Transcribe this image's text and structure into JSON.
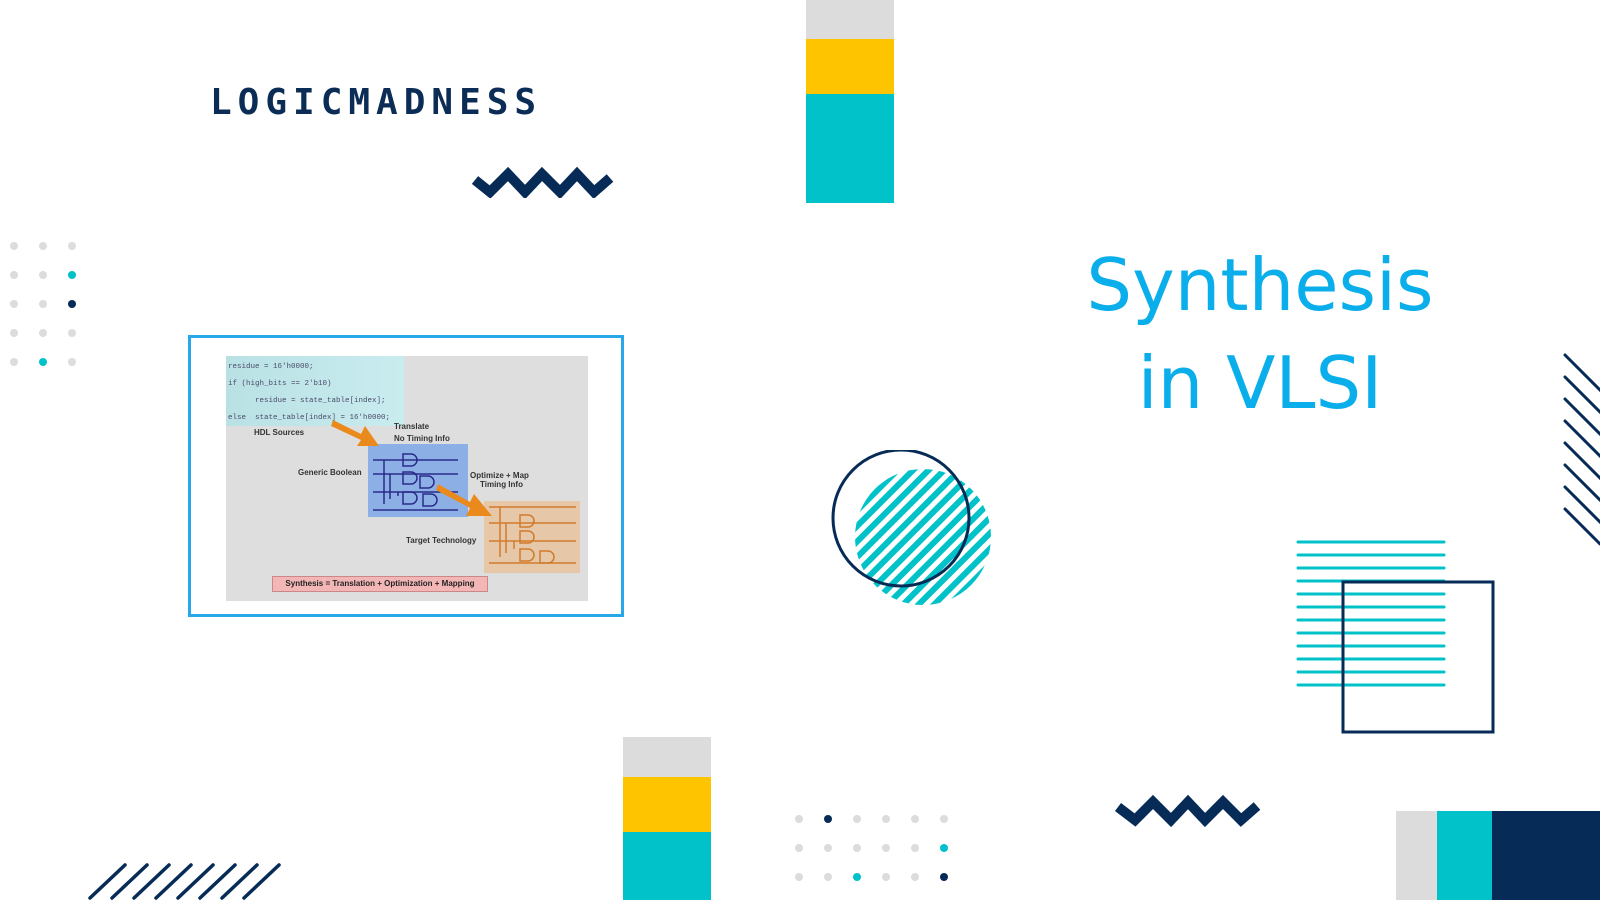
{
  "brand": {
    "logo_text": "LOGICMADNESS"
  },
  "title": {
    "line1": "Synthesis",
    "line2": "in VLSI"
  },
  "colors": {
    "navy": "#062b56",
    "teal": "#00c2c8",
    "yellow": "#ffc400",
    "gray": "#dcdcdc",
    "title_blue": "#0aaeea",
    "frame_blue": "#28a8e8"
  },
  "slide_image": {
    "code_lines": [
      "residue = 16'h0000;",
      "if (high_bits == 2'b10)",
      "      residue = state_table[index];",
      "else  state_table[index] = 16'h0000;"
    ],
    "labels": {
      "hdl_sources": "HDL Sources",
      "translate": "Translate",
      "no_timing": "No Timing Info",
      "generic_boolean": "Generic Boolean",
      "optimize_map": "Optimize + Map",
      "timing_info": "Timing Info",
      "target_technology": "Target Technology",
      "equation": "Synthesis = Translation + Optimization + Mapping"
    }
  },
  "icons": {
    "zigzag": "zigzag-icon",
    "striped_circle": "striped-circle-icon",
    "dot_grid": "dot-grid-icon",
    "diagonal_lines": "diagonal-lines-icon",
    "horizontal_lines": "horizontal-lines-icon",
    "square_outline": "square-outline-icon"
  }
}
